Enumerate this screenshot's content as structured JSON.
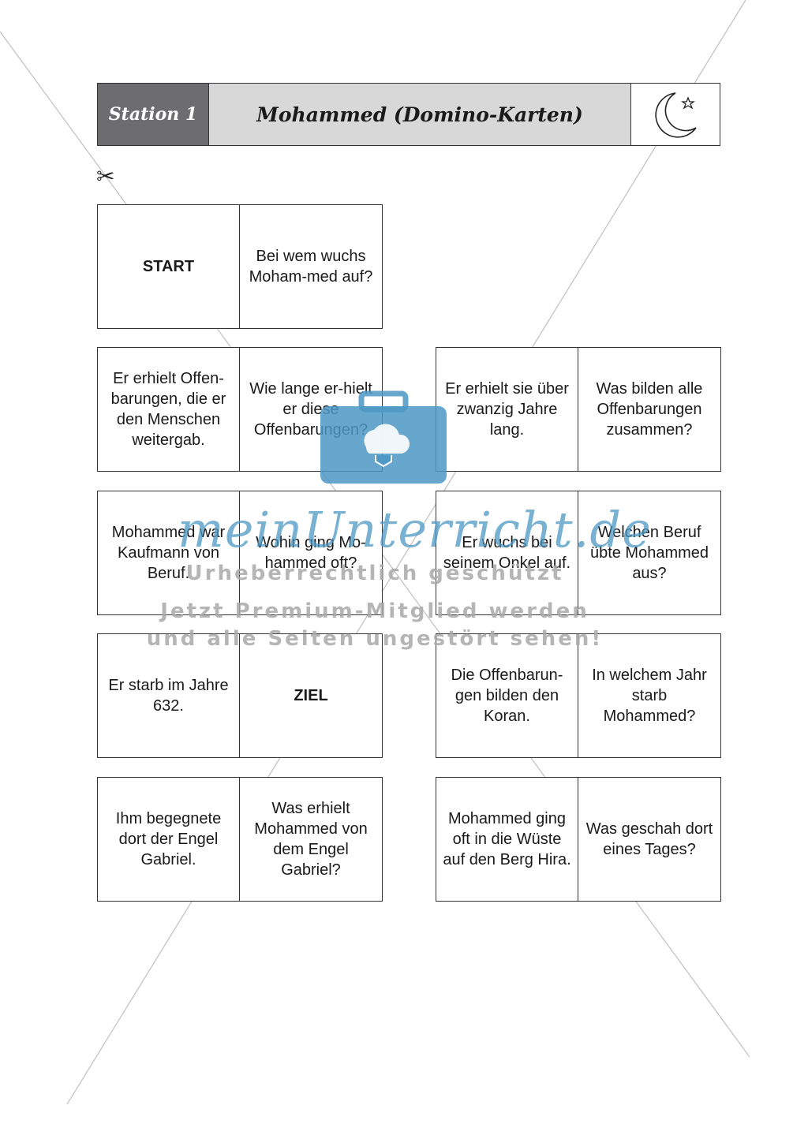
{
  "header": {
    "station": "Station 1",
    "title": "Mohammed (Domino-Karten)",
    "icon": "moon-star-icon"
  },
  "cards": [
    {
      "left": "START",
      "right": "Bei wem wuchs Moham-med auf?"
    },
    {
      "left": "Er erhielt Offen-barungen, die er den Menschen weitergab.",
      "right": "Wie lange er-hielt er diese Offenbarungen?"
    },
    {
      "left": "Er erhielt sie über zwanzig Jahre lang.",
      "right": "Was bilden alle Offenbarungen zusammen?"
    },
    {
      "left": "Mohammed war Kaufmann von Beruf.",
      "right": "Wohin ging Mo-hammed oft?"
    },
    {
      "left": "Er wuchs bei seinem Onkel auf.",
      "right": "Welchen Beruf übte Mohammed aus?"
    },
    {
      "left": "Er starb im Jahre 632.",
      "right": "ZIEL"
    },
    {
      "left": "Die Offenbarun-gen bilden den Koran.",
      "right": "In welchem Jahr starb Mohammed?"
    },
    {
      "left": "Ihm begegnete dort der Engel Gabriel.",
      "right": "Was erhielt Mohammed von dem Engel Gabriel?"
    },
    {
      "left": "Mohammed ging oft in die Wüste auf den Berg Hira.",
      "right": "Was geschah dort eines Tages?"
    }
  ],
  "watermark": {
    "brand": "meinUnterricht.de",
    "line1": "Urheberrechtlich geschützt",
    "line2": "Jetzt Premium-Mitglied werden",
    "line3": "und alle Seiten ungestört sehen!"
  }
}
